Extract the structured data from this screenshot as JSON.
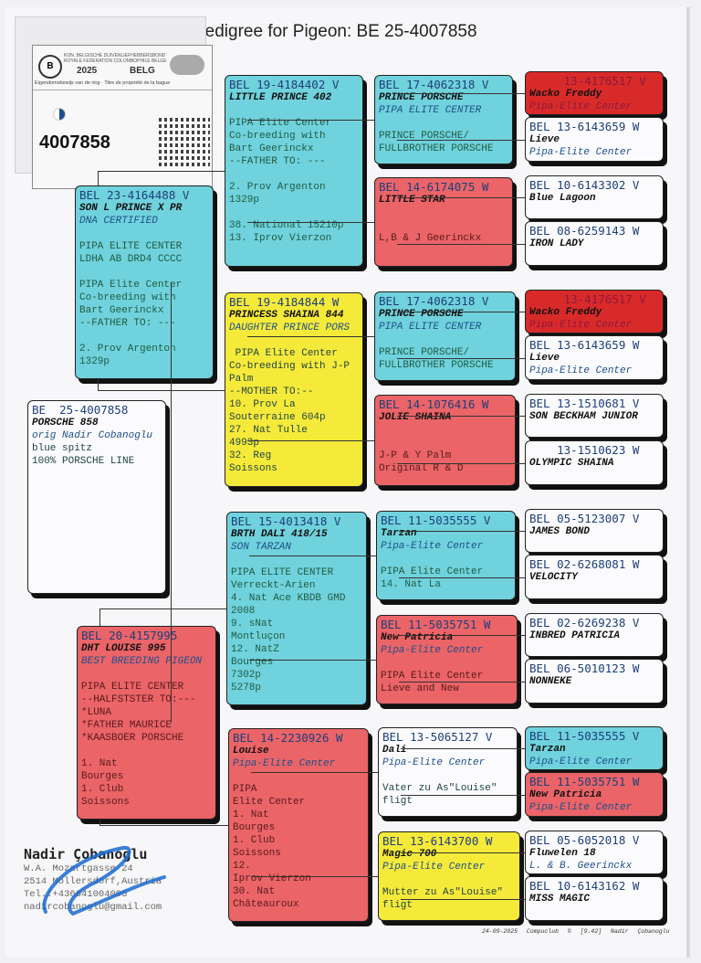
{
  "title": "Pedigree for Pigeon: BE  25-4007858",
  "ring_card": {
    "org_nl": "KON. BELGISCHE DUIVENLIEFHEBBERSBOND",
    "org_fr": "ROYALE FEDERATION COLOMBOPHILE BELGE",
    "year": "2025",
    "country": "BELG",
    "ownership": "Eigendomsbewijs van de ring · Titre de propriété de la bague",
    "ring_number": "4007858"
  },
  "pigeons": [
    {
      "id": "subject",
      "color": "white",
      "ring": "BE  25-4007858",
      "name": "PORSCHE 858",
      "sub": "orig Nadir Cobanoglu",
      "lines": [
        "blue spitz",
        "100% PORSCHE LINE"
      ]
    },
    {
      "id": "sire",
      "color": "cyan",
      "ring": "BEL 23-4164488 V",
      "name": "SON L PRINCE X PR",
      "sub": "DNA CERTIFIED",
      "lines": [
        "",
        "PIPA ELITE CENTER",
        "LDHA AB DRD4 CCCC",
        "",
        "PIPA Elite Center",
        "Co-breeding with",
        "Bart Geerinckx",
        "--FATHER TO: ---",
        "",
        "2. Prov Argenton",
        "1329p"
      ]
    },
    {
      "id": "dam",
      "color": "red",
      "ring": "BEL 20-4157995",
      "name": "DHT LOUISE 995",
      "sub": "BEST BREEDING PIGEON",
      "lines": [
        "",
        "PIPA ELITE CENTER",
        "--HALFSTSTER TO:---",
        "*LUNA",
        "*FATHER MAURICE",
        "*KAASBOER PORSCHE",
        "",
        "1. Nat",
        "Bourges",
        "1. Club",
        "Soissons"
      ]
    },
    {
      "id": "ss",
      "color": "cyan",
      "ring": "BEL 19-4184402 V",
      "name": "LITTLE PRINCE 402",
      "sub": "",
      "lines": [
        "",
        "PIPA Elite Center",
        "Co-breeding with",
        "Bart Geerinckx",
        "--FATHER TO: ---",
        "",
        "2. Prov Argenton",
        "1329p",
        "",
        "38. National 15210p",
        "13. Iprov Vierzon"
      ]
    },
    {
      "id": "sd",
      "color": "yellow",
      "ring": "BEL 19-4184844 W",
      "name": "PRINCESS SHAINA 844",
      "sub": "DAUGHTER PRINCE PORS",
      "lines": [
        "",
        " PIPA Elite Center",
        "Co-breeding with J-P",
        "Palm",
        "--MOTHER TO:--",
        "10. Prov La",
        "Souterraine 604p",
        "27. Nat Tulle",
        "4993p",
        "32. Reg",
        "Soissons"
      ]
    },
    {
      "id": "ds",
      "color": "cyan",
      "ring": "BEL 15-4013418 V",
      "name": "BRTH DALI 418/15",
      "sub": "SON TARZAN",
      "lines": [
        "",
        "PIPA ELITE CENTER",
        "Verreckt-Arien",
        "4. Nat Ace KBDB GMD",
        "2008",
        "9. sNat",
        "Montluçon",
        "12. NatZ",
        "Bourges",
        "7302p",
        "5278p"
      ]
    },
    {
      "id": "dd",
      "color": "red",
      "ring": "BEL 14-2230926 W",
      "name": "Louise",
      "sub": "Pipa-Elite Center",
      "lines": [
        "",
        "PIPA",
        "Elite Center",
        "1. Nat",
        "Bourges",
        "1. Club",
        "Soissons",
        "12.",
        "Iprov Vierzon",
        "30. Nat",
        "Châteauroux"
      ]
    },
    {
      "id": "sss",
      "color": "cyan",
      "ring": "BEL 17-4062318 V",
      "name": "PRINCE PORSCHE",
      "sub": "PIPA ELITE CENTER",
      "lines": [
        "",
        "PRINCE PORSCHE/",
        "FULLBROTHER PORSCHE"
      ]
    },
    {
      "id": "ssd",
      "color": "red",
      "ring": "BEL 14-6174075 W",
      "name": "LITTLE STAR",
      "sub": "",
      "lines": [
        "",
        "",
        "L,B & J Geerinckx"
      ]
    },
    {
      "id": "sds",
      "color": "cyan",
      "ring": "BEL 17-4062318 V",
      "name": "PRINCE PORSCHE",
      "sub": "PIPA ELITE CENTER",
      "lines": [
        "",
        "PRINCE PORSCHE/",
        "FULLBROTHER PORSCHE"
      ]
    },
    {
      "id": "sdd",
      "color": "red",
      "ring": "BEL 14-1076416 W",
      "name": "JOLIE SHAINA",
      "sub": "",
      "lines": [
        "",
        "",
        "J-P & Y Palm",
        "Original R & D"
      ]
    },
    {
      "id": "dss",
      "color": "cyan",
      "ring": "BEL 11-5035555 V",
      "name": "Tarzan",
      "sub": "Pipa-Elite Center",
      "lines": [
        "",
        "PIPA Elite Center",
        "14. Nat La"
      ]
    },
    {
      "id": "dsd",
      "color": "red",
      "ring": "BEL 11-5035751 W",
      "name": "New Patricia",
      "sub": "Pipa-Elite Center",
      "lines": [
        "",
        "PIPA Elite Center",
        "Lieve and New"
      ]
    },
    {
      "id": "dds",
      "color": "white",
      "ring": "BEL 13-5065127 V",
      "name": "Dali",
      "sub": "Pipa-Elite Center",
      "lines": [
        "",
        "Vater zu As\"Louise\"",
        "fligt"
      ]
    },
    {
      "id": "ddd",
      "color": "yellow",
      "ring": "BEL 13-6143700 W",
      "name": "Magic 700",
      "sub": "Pipa-Elite Center",
      "lines": [
        "",
        "Mutter zu As\"Louise\"",
        "fligt"
      ]
    },
    {
      "id": "g5-1",
      "color": "dred",
      "ring": "     13-4176517 V",
      "name": "Wacko Freddy",
      "sub": "Pipa-Elite Center",
      "lines": []
    },
    {
      "id": "g5-2",
      "color": "white",
      "ring": "BEL 13-6143659 W",
      "name": "Lieve",
      "sub": "Pipa-Elite Center",
      "lines": []
    },
    {
      "id": "g5-3",
      "color": "white",
      "ring": "BEL 10-6143302 V",
      "name": "Blue Lagoon",
      "sub": "",
      "lines": []
    },
    {
      "id": "g5-4",
      "color": "white",
      "ring": "BEL 08-6259143 W",
      "name": "IRON LADY",
      "sub": "",
      "lines": []
    },
    {
      "id": "g5-5",
      "color": "dred",
      "ring": "     13-4176517 V",
      "name": "Wacko Freddy",
      "sub": "Pipa-Elite Center",
      "lines": []
    },
    {
      "id": "g5-6",
      "color": "white",
      "ring": "BEL 13-6143659 W",
      "name": "Lieve",
      "sub": "Pipa-Elite Center",
      "lines": []
    },
    {
      "id": "g5-7",
      "color": "white",
      "ring": "BEL 13-1510681 V",
      "name": "SON BECKHAM JUNIOR",
      "sub": "",
      "lines": []
    },
    {
      "id": "g5-8",
      "color": "white",
      "ring": "    13-1510623 W",
      "name": "OLYMPIC SHAINA",
      "sub": "",
      "lines": []
    },
    {
      "id": "g5-9",
      "color": "white",
      "ring": "BEL 05-5123007 V",
      "name": "JAMES BOND",
      "sub": "",
      "lines": []
    },
    {
      "id": "g5-10",
      "color": "white",
      "ring": "BEL 02-6268081 W",
      "name": "VELOCITY",
      "sub": "",
      "lines": []
    },
    {
      "id": "g5-11",
      "color": "white",
      "ring": "BEL 02-6269238 V",
      "name": "INBRED PATRICIA",
      "sub": "",
      "lines": []
    },
    {
      "id": "g5-12",
      "color": "white",
      "ring": "BEL 06-5010123 W",
      "name": "NONNEKE",
      "sub": "",
      "lines": []
    },
    {
      "id": "g5-13",
      "color": "cyan",
      "ring": "BEL 11-5035555 V",
      "name": "Tarzan",
      "sub": "Pipa-Elite Center",
      "lines": []
    },
    {
      "id": "g5-14",
      "color": "red",
      "ring": "BEL 11-5035751 W",
      "name": "New Patricia",
      "sub": "Pipa-Elite Center",
      "lines": []
    },
    {
      "id": "g5-15",
      "color": "white",
      "ring": "BEL 05-6052018 V",
      "name": "Fluwelen 18",
      "sub": "L. & B. Geerinckx",
      "lines": []
    },
    {
      "id": "g5-16",
      "color": "white",
      "ring": "BEL 10-6143162 W",
      "name": "MISS MAGIC",
      "sub": "",
      "lines": []
    }
  ],
  "breeder": {
    "name": "Nadir Çobanoglu",
    "address1": "W.A. Mozartgasse 24",
    "address2": "2514  Möllersdorf,Austria",
    "phone": "Tel.:+436641004095",
    "email": "nadircobanoglu@gmail.com"
  },
  "footer": {
    "date": "24-09-2025",
    "software": "Compuclub © [9.42]",
    "owner": "Nadir Çobanoglu"
  }
}
